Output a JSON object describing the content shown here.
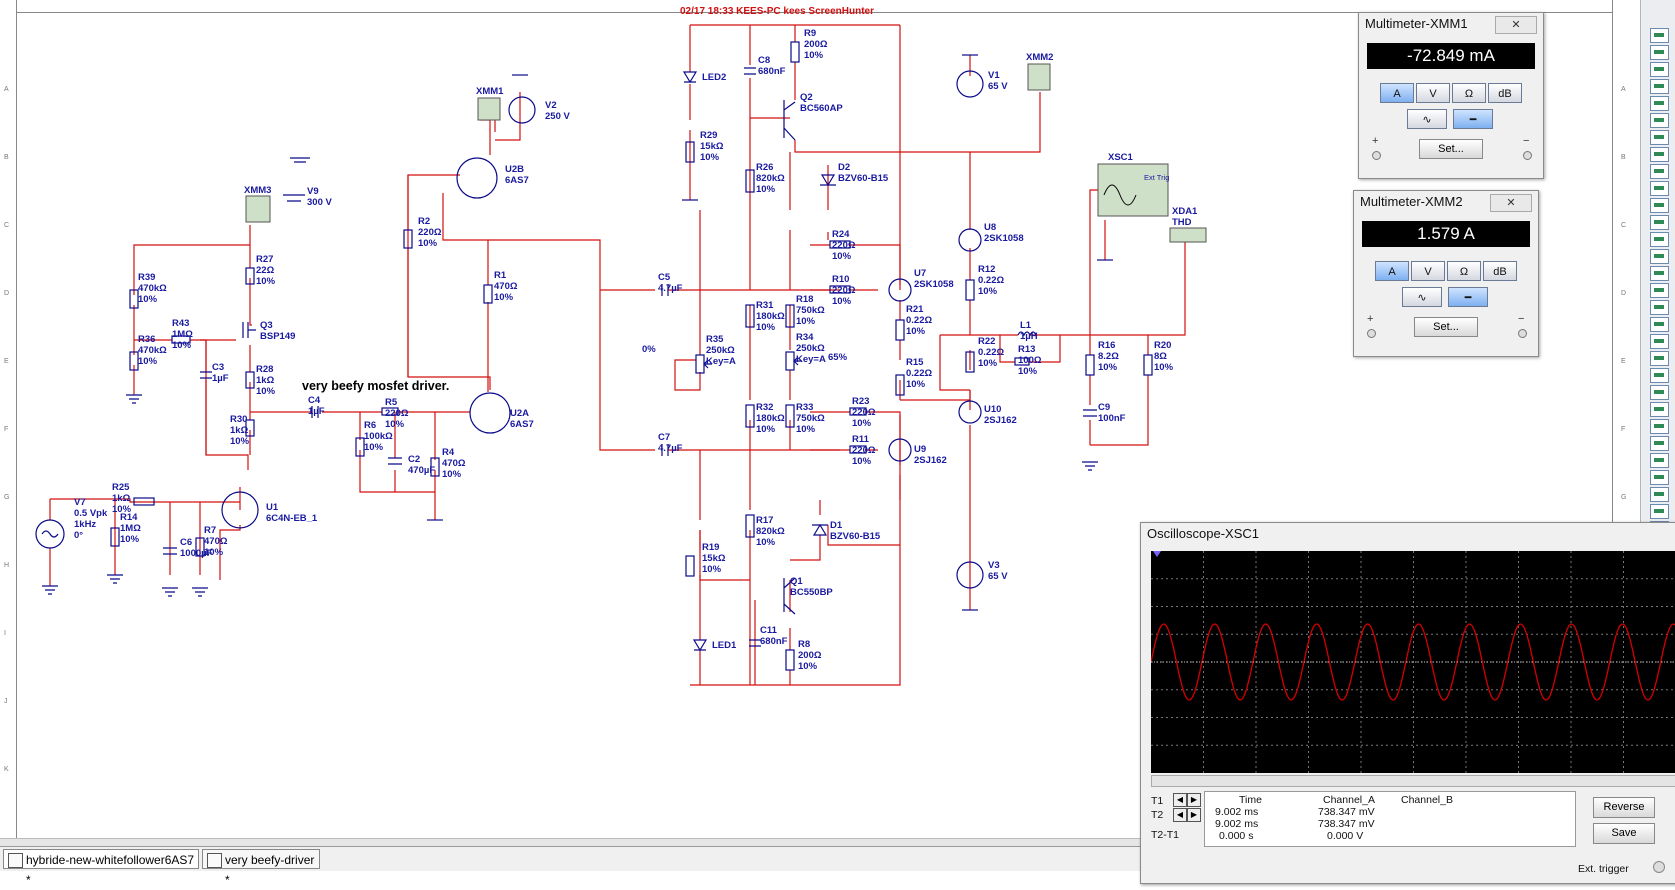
{
  "watermark": "02/17 18:33 KEES-PC kees ScreenHunter",
  "note": "very beefy mosfet driver.",
  "pot_pct_left": "0%",
  "pot_pct_right": "65%",
  "labels": {
    "V7": {
      "name": "V7",
      "v1": "0.5 Vpk",
      "v2": "1kHz",
      "v3": "0°"
    },
    "R25": {
      "name": "R25",
      "val": "1kΩ",
      "tol": "10%"
    },
    "R14": {
      "name": "R14",
      "val": "1MΩ",
      "tol": "10%"
    },
    "C6": {
      "name": "C6",
      "val": "1000µF"
    },
    "R7": {
      "name": "R7",
      "val": "470Ω",
      "tol": "10%"
    },
    "U1": {
      "name": "U1",
      "type": "6C4N-EB_1"
    },
    "R39": {
      "name": "R39",
      "val": "470kΩ",
      "tol": "10%"
    },
    "R36": {
      "name": "R36",
      "val": "470kΩ",
      "tol": "10%"
    },
    "R43": {
      "name": "R43",
      "val": "1MΩ",
      "tol": "10%"
    },
    "C3": {
      "name": "C3",
      "val": "1µF"
    },
    "R27": {
      "name": "R27",
      "val": "22Ω",
      "tol": "10%"
    },
    "Q3": {
      "name": "Q3",
      "type": "BSP149"
    },
    "R28": {
      "name": "R28",
      "val": "1kΩ",
      "tol": "10%"
    },
    "R30": {
      "name": "R30",
      "val": "1kΩ",
      "tol": "10%"
    },
    "XMM3": {
      "name": "XMM3"
    },
    "V9": {
      "name": "V9",
      "val": "300 V"
    },
    "C4": {
      "name": "C4",
      "val": "1µF"
    },
    "R5": {
      "name": "R5",
      "val": "220Ω",
      "tol": "10%"
    },
    "R6": {
      "name": "R6",
      "val": "100kΩ",
      "tol": "10%"
    },
    "C2": {
      "name": "C2",
      "val": "470µF"
    },
    "R4": {
      "name": "R4",
      "val": "470Ω",
      "tol": "10%"
    },
    "U2A": {
      "name": "U2A",
      "type": "6AS7"
    },
    "U2B": {
      "name": "U2B",
      "type": "6AS7"
    },
    "R2": {
      "name": "R2",
      "val": "220Ω",
      "tol": "10%"
    },
    "R1": {
      "name": "R1",
      "val": "470Ω",
      "tol": "10%"
    },
    "XMM1s": {
      "name": "XMM1"
    },
    "V2": {
      "name": "V2",
      "val": "250 V"
    },
    "C5": {
      "name": "C5",
      "val": "4.7µF"
    },
    "C7": {
      "name": "C7",
      "val": "4.7µF"
    },
    "R35": {
      "name": "R35",
      "val": "250kΩ",
      "key": "Key=A"
    },
    "R34": {
      "name": "R34",
      "val": "250kΩ",
      "key": "Key=A"
    },
    "R31": {
      "name": "R31",
      "val": "180kΩ",
      "tol": "10%"
    },
    "R32": {
      "name": "R32",
      "val": "180kΩ",
      "tol": "10%"
    },
    "R18": {
      "name": "R18",
      "val": "750kΩ",
      "tol": "10%"
    },
    "R33": {
      "name": "R33",
      "val": "750kΩ",
      "tol": "10%"
    },
    "R26": {
      "name": "R26",
      "val": "820kΩ",
      "tol": "10%"
    },
    "R17": {
      "name": "R17",
      "val": "820kΩ",
      "tol": "10%"
    },
    "R29": {
      "name": "R29",
      "val": "15kΩ",
      "tol": "10%"
    },
    "R19": {
      "name": "R19",
      "val": "15kΩ",
      "tol": "10%"
    },
    "LED2": {
      "name": "LED2"
    },
    "LED1": {
      "name": "LED1"
    },
    "C8": {
      "name": "C8",
      "val": "680nF"
    },
    "C11": {
      "name": "C11",
      "val": "680nF"
    },
    "R9": {
      "name": "R9",
      "val": "200Ω",
      "tol": "10%"
    },
    "R8": {
      "name": "R8",
      "val": "200Ω",
      "tol": "10%"
    },
    "Q2": {
      "name": "Q2",
      "type": "BC560AP"
    },
    "Q1": {
      "name": "Q1",
      "type": "BC550BP"
    },
    "D2": {
      "name": "D2",
      "type": "BZV60-B15"
    },
    "D1": {
      "name": "D1",
      "type": "BZV60-B15"
    },
    "R24": {
      "name": "R24",
      "val": "220Ω",
      "tol": "10%"
    },
    "R10": {
      "name": "R10",
      "val": "220Ω",
      "tol": "10%"
    },
    "R23": {
      "name": "R23",
      "val": "220Ω",
      "tol": "10%"
    },
    "R11": {
      "name": "R11",
      "val": "220Ω",
      "tol": "10%"
    },
    "U7": {
      "name": "U7",
      "type": "2SK1058"
    },
    "U8": {
      "name": "U8",
      "type": "2SK1058"
    },
    "U9": {
      "name": "U9",
      "type": "2SJ162"
    },
    "U10": {
      "name": "U10",
      "type": "2SJ162"
    },
    "R21": {
      "name": "R21",
      "val": "0.22Ω",
      "tol": "10%"
    },
    "R15": {
      "name": "R15",
      "val": "0.22Ω",
      "tol": "10%"
    },
    "R12": {
      "name": "R12",
      "val": "0.22Ω",
      "tol": "10%"
    },
    "R22": {
      "name": "R22",
      "val": "0.22Ω",
      "tol": "10%"
    },
    "R13": {
      "name": "R13",
      "val": "100Ω",
      "tol": "10%"
    },
    "L1": {
      "name": "L1",
      "val": "1µH"
    },
    "V1": {
      "name": "V1",
      "val": "65 V"
    },
    "V3": {
      "name": "V3",
      "val": "65 V"
    },
    "XMM2s": {
      "name": "XMM2"
    },
    "XSC1s": {
      "name": "XSC1"
    },
    "XDA1": {
      "name": "XDA1",
      "sub": "THD"
    },
    "R16": {
      "name": "R16",
      "val": "8.2Ω",
      "tol": "10%"
    },
    "R20": {
      "name": "R20",
      "val": "8Ω",
      "tol": "10%"
    },
    "C9": {
      "name": "C9",
      "val": "100nF"
    },
    "XSC_ext": "Ext Trig"
  },
  "multimeter1": {
    "title": "Multimeter-XMM1",
    "reading": "-72.849 mA",
    "buttons": [
      "A",
      "V",
      "Ω",
      "dB"
    ],
    "selected": "A",
    "set_label": "Set...",
    "plus": "+",
    "minus": "−"
  },
  "multimeter2": {
    "title": "Multimeter-XMM2",
    "reading": "1.579 A",
    "buttons": [
      "A",
      "V",
      "Ω",
      "dB"
    ],
    "selected": "A",
    "set_label": "Set...",
    "plus": "+",
    "minus": "−"
  },
  "oscilloscope": {
    "title": "Oscilloscope-XSC1",
    "cursor_rows": [
      "T1",
      "T2",
      "T2-T1"
    ],
    "col_time": "Time",
    "col_a": "Channel_A",
    "col_b": "Channel_B",
    "t1_time": "9.002 ms",
    "t1_a": "738.347 mV",
    "t2_time": "9.002 ms",
    "t2_a": "738.347 mV",
    "dt_time": "0.000 s",
    "dt_a": "0.000 V",
    "reverse_label": "Reverse",
    "save_label": "Save",
    "ext_trigger_label": "Ext. trigger",
    "trace_color": "#d40000",
    "cycles_visible": 10.3
  },
  "tabs": [
    {
      "label": "hybride-new-whitefollower6AS7 *"
    },
    {
      "label": "very beefy-driver *"
    }
  ],
  "ruler_rows": [
    "A",
    "B",
    "C",
    "D",
    "E",
    "F",
    "G",
    "H",
    "I",
    "J",
    "K"
  ]
}
